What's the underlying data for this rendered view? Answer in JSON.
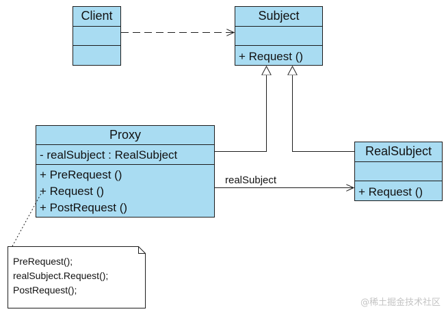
{
  "classes": {
    "client": {
      "name": "Client"
    },
    "subject": {
      "name": "Subject",
      "operations": [
        "+ Request ()"
      ]
    },
    "proxy": {
      "name": "Proxy",
      "attributes": [
        "- realSubject : RealSubject"
      ],
      "operations": [
        "+ PreRequest ()",
        "+ Request ()",
        "+ PostRequest ()"
      ]
    },
    "real_subject": {
      "name": "RealSubject",
      "operations": [
        "+ Request ()"
      ]
    }
  },
  "association": {
    "label": "realSubject"
  },
  "note": {
    "lines": [
      "PreRequest();",
      "realSubject.Request();",
      "PostRequest();"
    ]
  },
  "watermark": "@稀土掘金技术社区",
  "colors": {
    "class_fill": "#a9dcf2",
    "stroke": "#1a1a1a",
    "note_fill": "#ffffff"
  }
}
